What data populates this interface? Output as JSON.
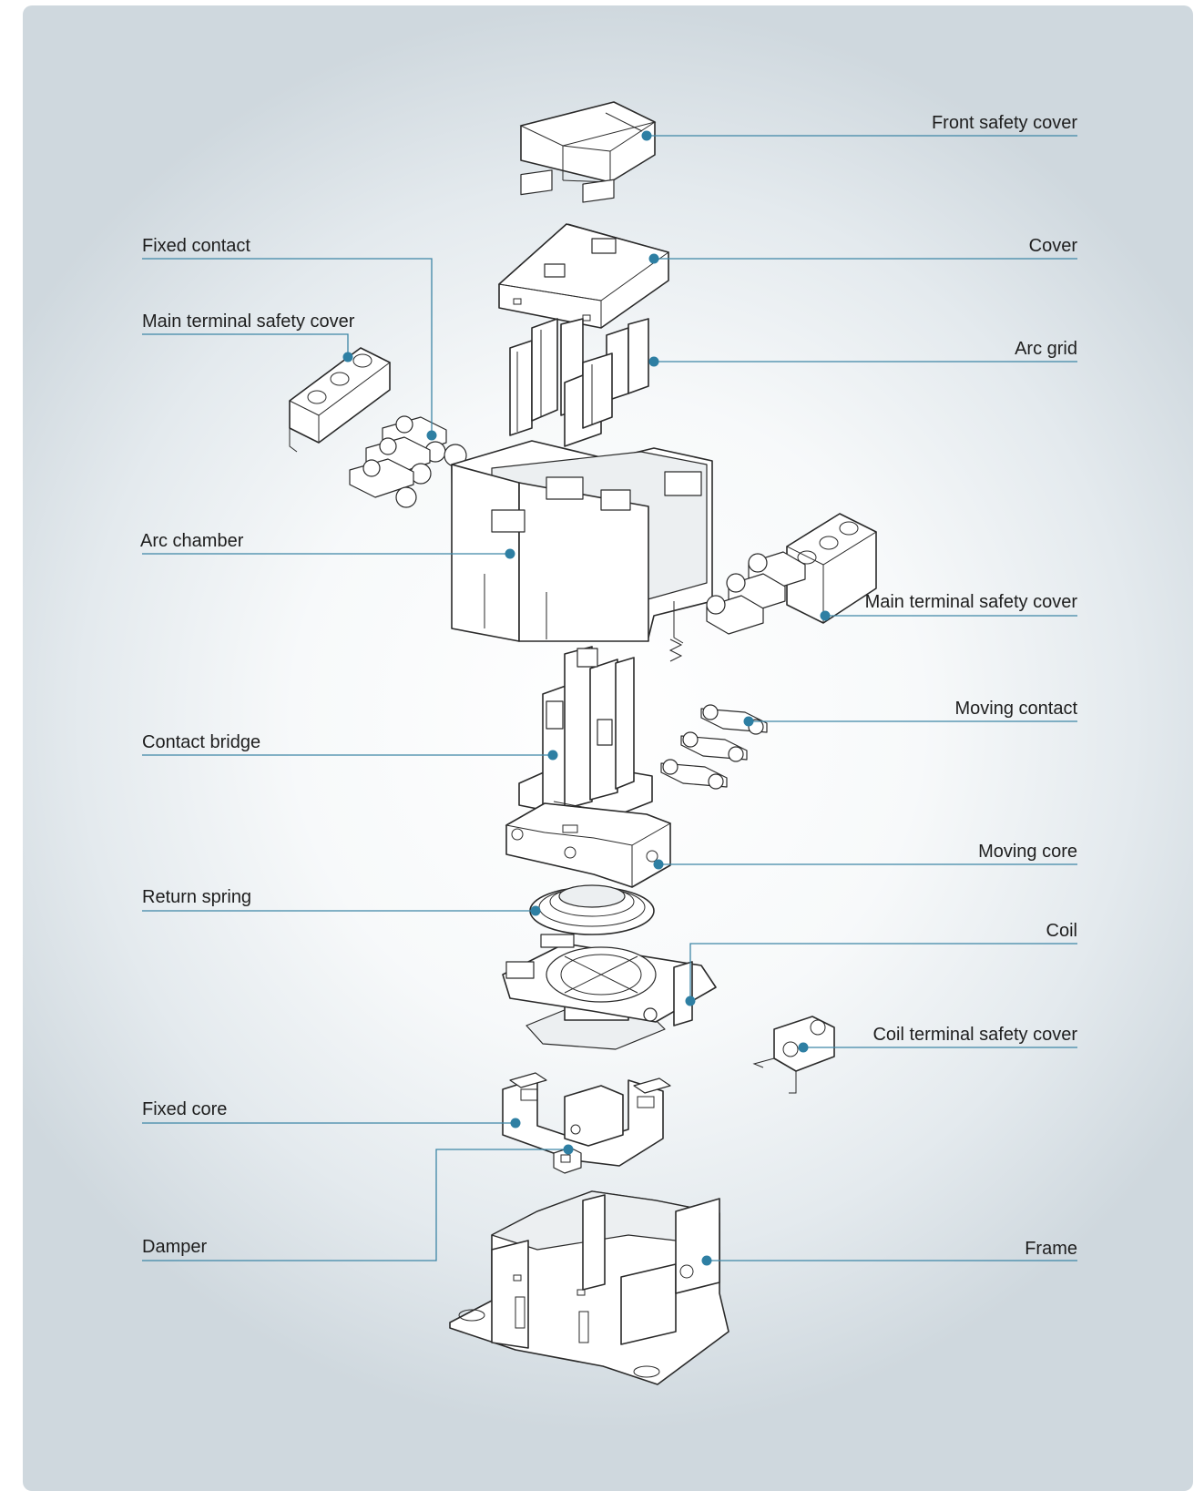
{
  "labels": {
    "front_safety_cover": "Front safety cover",
    "fixed_contact": "Fixed contact",
    "cover": "Cover",
    "main_terminal_safety_cover_left": "Main terminal safety cover",
    "arc_grid": "Arc grid",
    "arc_chamber": "Arc chamber",
    "main_terminal_safety_cover_right": "Main terminal safety cover",
    "moving_contact": "Moving contact",
    "contact_bridge": "Contact bridge",
    "moving_core": "Moving core",
    "return_spring": "Return spring",
    "coil": "Coil",
    "coil_terminal_safety_cover": "Coil terminal safety cover",
    "fixed_core": "Fixed core",
    "damper": "Damper",
    "frame": "Frame"
  },
  "colors": {
    "leader_line": "#3e86a6",
    "callout_dot": "#2e7fa3",
    "panel_background": "#eef2f4",
    "drawing_stroke": "#2a2a2a"
  }
}
